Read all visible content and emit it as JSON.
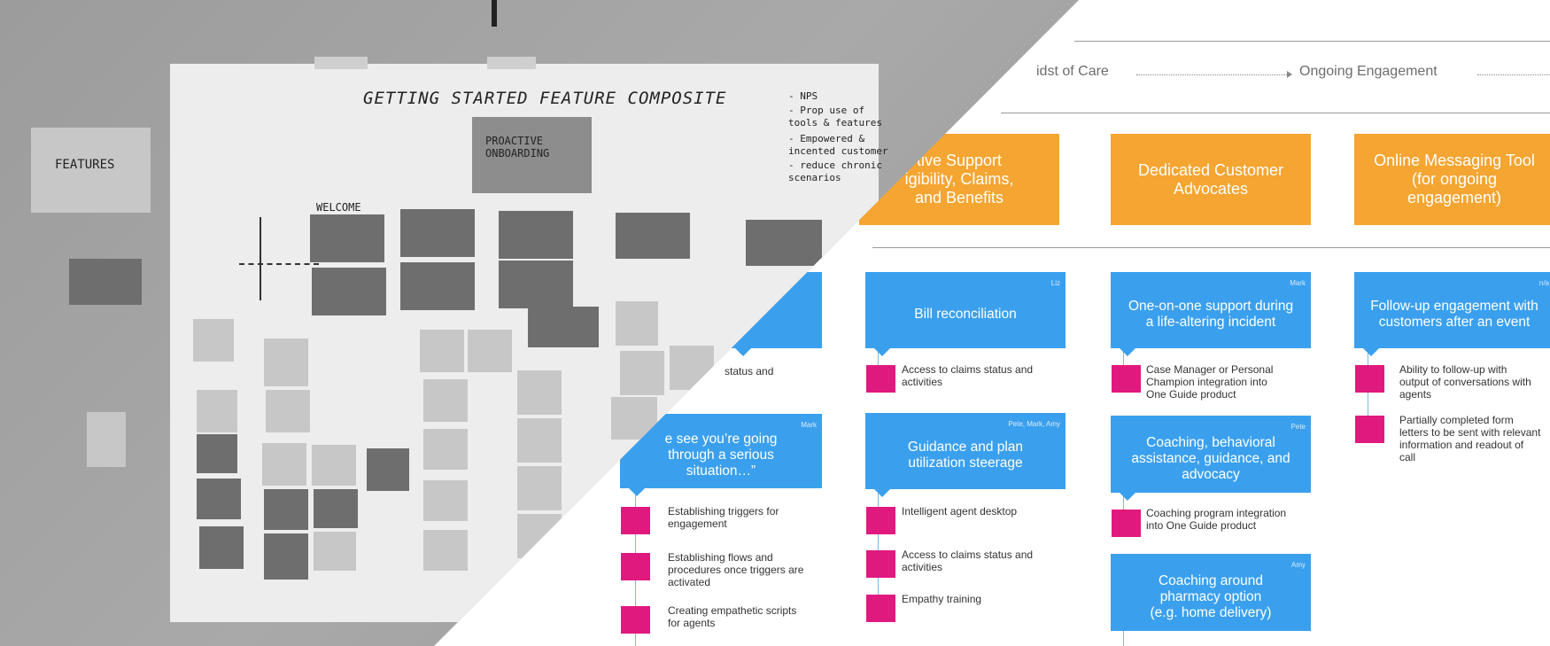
{
  "phases": [
    "idst of Care",
    "Ongoing Engagement"
  ],
  "columns": [
    {
      "header": "tive Support\nigibility, Claims,\nand Benefits",
      "cards": [
        {
          "title": "",
          "who": "",
          "items": [
            "status and"
          ]
        },
        {
          "title": "e see you’re going\nthrough a serious\nsituation…”",
          "who": "Mark",
          "items": [
            "Establishing triggers for\nengagement",
            "Establishing flows and\nprocedures once triggers are\nactivated",
            "Creating empathetic scripts\nfor agents"
          ]
        }
      ]
    },
    {
      "header": "",
      "cards": [
        {
          "title": "Bill reconciliation",
          "who": "Liz",
          "items": [
            "Access to claims status and\nactivities"
          ]
        },
        {
          "title": "Guidance and plan\nutilization steerage",
          "who": "Pete, Mark, Amy",
          "items": [
            "Intelligent agent desktop",
            "Access to claims status and\nactivities",
            "Empathy training"
          ]
        }
      ]
    },
    {
      "header": "Dedicated Customer\nAdvocates",
      "cards": [
        {
          "title": "One-on-one support during\na life-altering incident",
          "who": "Mark",
          "items": [
            "Case Manager or Personal\nChampion integration into\nOne Guide product"
          ]
        },
        {
          "title": "Coaching, behavioral\nassistance, guidance, and\nadvocacy",
          "who": "Pete",
          "items": [
            "Coaching program integration\ninto One Guide product"
          ]
        },
        {
          "title": "Coaching around\npharmacy option\n(e.g. home delivery)",
          "who": "Amy",
          "items": []
        }
      ]
    },
    {
      "header": "Online Messaging Tool\n(for ongoing\nengagement)",
      "cards": [
        {
          "title": "Follow-up engagement with\ncustomers after an event",
          "who": "n/a",
          "items": [
            "Ability to follow-up with\noutput of conversations with\nagents",
            "Partially completed form\nletters to be sent with relevant\ninformation and readout of\ncall"
          ]
        }
      ]
    }
  ],
  "photo": {
    "board_title": "GETTING  STARTED  FEATURE  COMPOSITE",
    "side_notes": [
      "- NPS",
      "- Prop use of",
      "  tools & features",
      "- Empowered &",
      "  incented customer",
      "- reduce chronic",
      "  scenarios"
    ],
    "features_card": "FEATURES",
    "proactive_note": "PROACTIVE\nONBOARDING",
    "welcome_label": "WELCOME"
  },
  "colors": {
    "orange": "#f5a531",
    "blue": "#3aa0ee",
    "pink": "#e0197e"
  }
}
